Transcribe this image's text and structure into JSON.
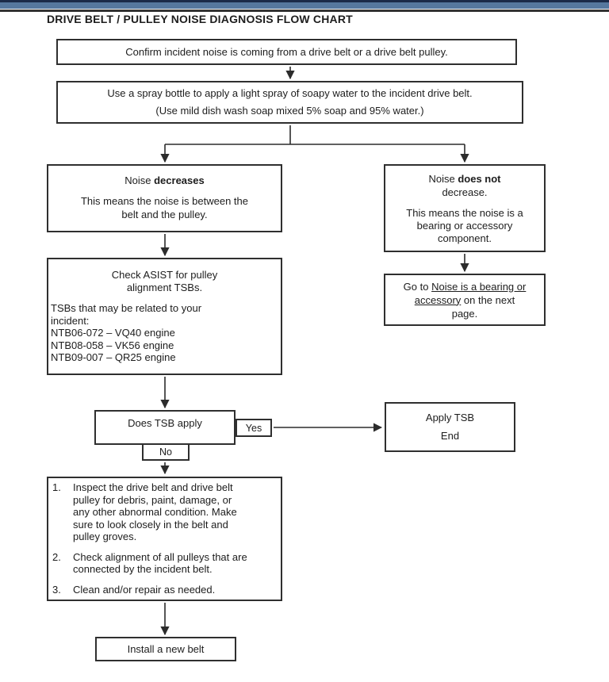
{
  "title": "DRIVE BELT / PULLEY NOISE DIAGNOSIS FLOW CHART",
  "colors": {
    "top_bar": "#56789e",
    "top_bar_edge": "#1b2b49",
    "rule": "#333333",
    "connector": "#2c2c2c",
    "box_border": "#2f2f2f",
    "text": "#1d1d1d"
  },
  "nodes": {
    "confirm": {
      "text": "Confirm incident noise is coming from a drive belt or a drive belt pulley."
    },
    "spray": {
      "line1": "Use a spray bottle to apply a light spray of soapy water to the incident drive belt.",
      "line2": "(Use mild dish wash soap mixed 5% soap and 95% water.)"
    },
    "noise_decreases": {
      "title_normal": "Noise ",
      "title_bold": "decreases",
      "body_line1": "This means the noise is between the",
      "body_line2": "belt and the pulley."
    },
    "noise_does_not": {
      "title_normal": "Noise ",
      "title_bold": "does not",
      "title_line2": "decrease.",
      "body_line1": "This means the noise is a",
      "body_line2": "bearing or accessory",
      "body_line3": "component."
    },
    "check_asist": {
      "title_line1": "Check ASIST for pulley",
      "title_line2": "alignment TSBs.",
      "intro_line1": "TSBs that may be related to your",
      "intro_line2": "incident:",
      "tsb_list": [
        "NTB06-072 – VQ40 engine",
        "NTB08-058 – VK56 engine",
        "NTB09-007 – QR25 engine"
      ]
    },
    "go_to_reference": {
      "l1_prefix": "Go to ",
      "l1_underline": "Noise is a bearing or",
      "l2_underline": "accessory",
      "l2_suffix": " on the next",
      "l3": "page."
    },
    "does_tsb_apply": {
      "text": "Does TSB apply"
    },
    "branch_yes": {
      "label": "Yes"
    },
    "branch_no": {
      "label": "No"
    },
    "apply_tsb": {
      "line1": "Apply TSB",
      "line2": "End"
    },
    "inspect_steps": {
      "items": [
        {
          "num": "1.",
          "text": "Inspect the drive belt and drive belt pulley for debris, paint, damage, or any other abnormal condition. Make sure to look closely in the belt and pulley groves."
        },
        {
          "num": "2.",
          "text": "Check alignment of all pulleys that are connected by the incident belt."
        },
        {
          "num": "3.",
          "text": "Clean and/or repair as needed."
        }
      ]
    },
    "install_belt": {
      "text": "Install a new belt"
    }
  }
}
